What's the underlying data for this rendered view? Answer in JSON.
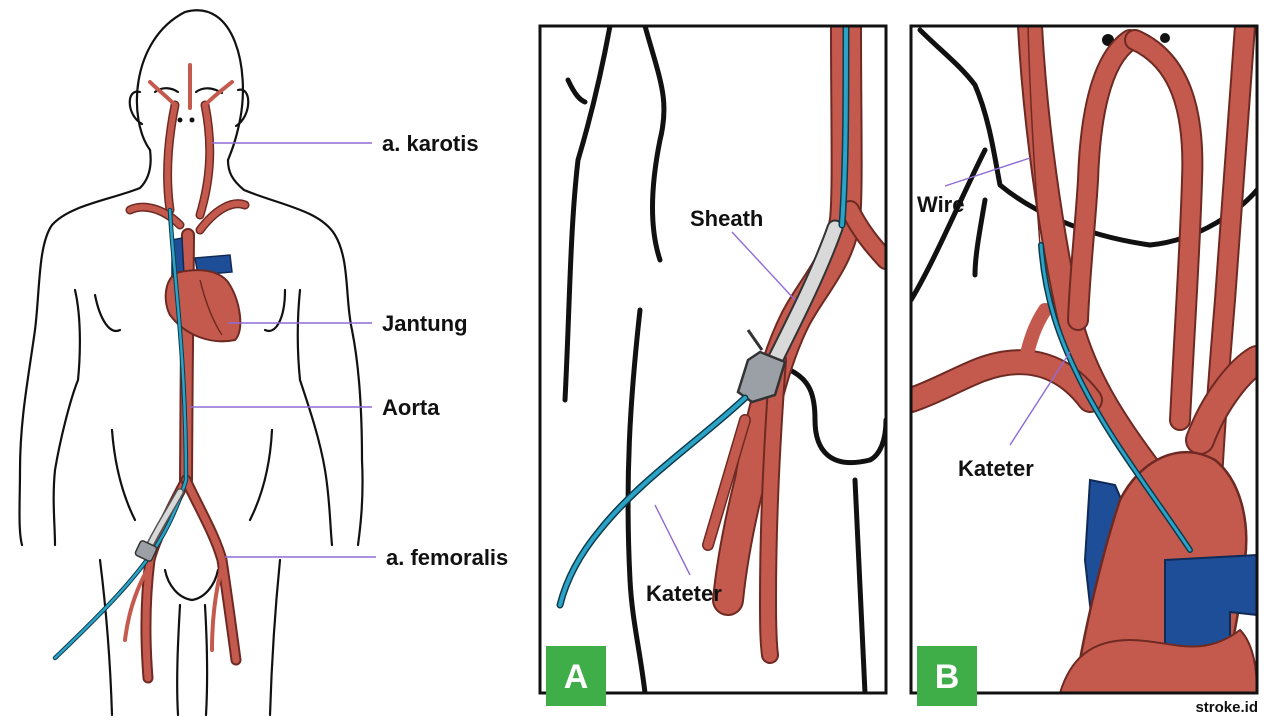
{
  "labels": {
    "karotis": "a. karotis",
    "jantung": "Jantung",
    "aorta": "Aorta",
    "femoralis": "a. femoralis",
    "sheath": "Sheath",
    "kateter_a": "Kateter",
    "wire": "Wire",
    "kateter_b": "Kateter"
  },
  "panels": {
    "a_badge": "A",
    "b_badge": "B"
  },
  "credit": "stroke.id",
  "colors": {
    "artery": "#c45a4e",
    "artery_outline": "#6e2a22",
    "vein": "#1f4e99",
    "catheter": "#2aa3c7",
    "sheath": "#d9d9d9",
    "hub": "#9aa0a6",
    "badge": "#3fae49",
    "leader": "#8f6bd6"
  }
}
